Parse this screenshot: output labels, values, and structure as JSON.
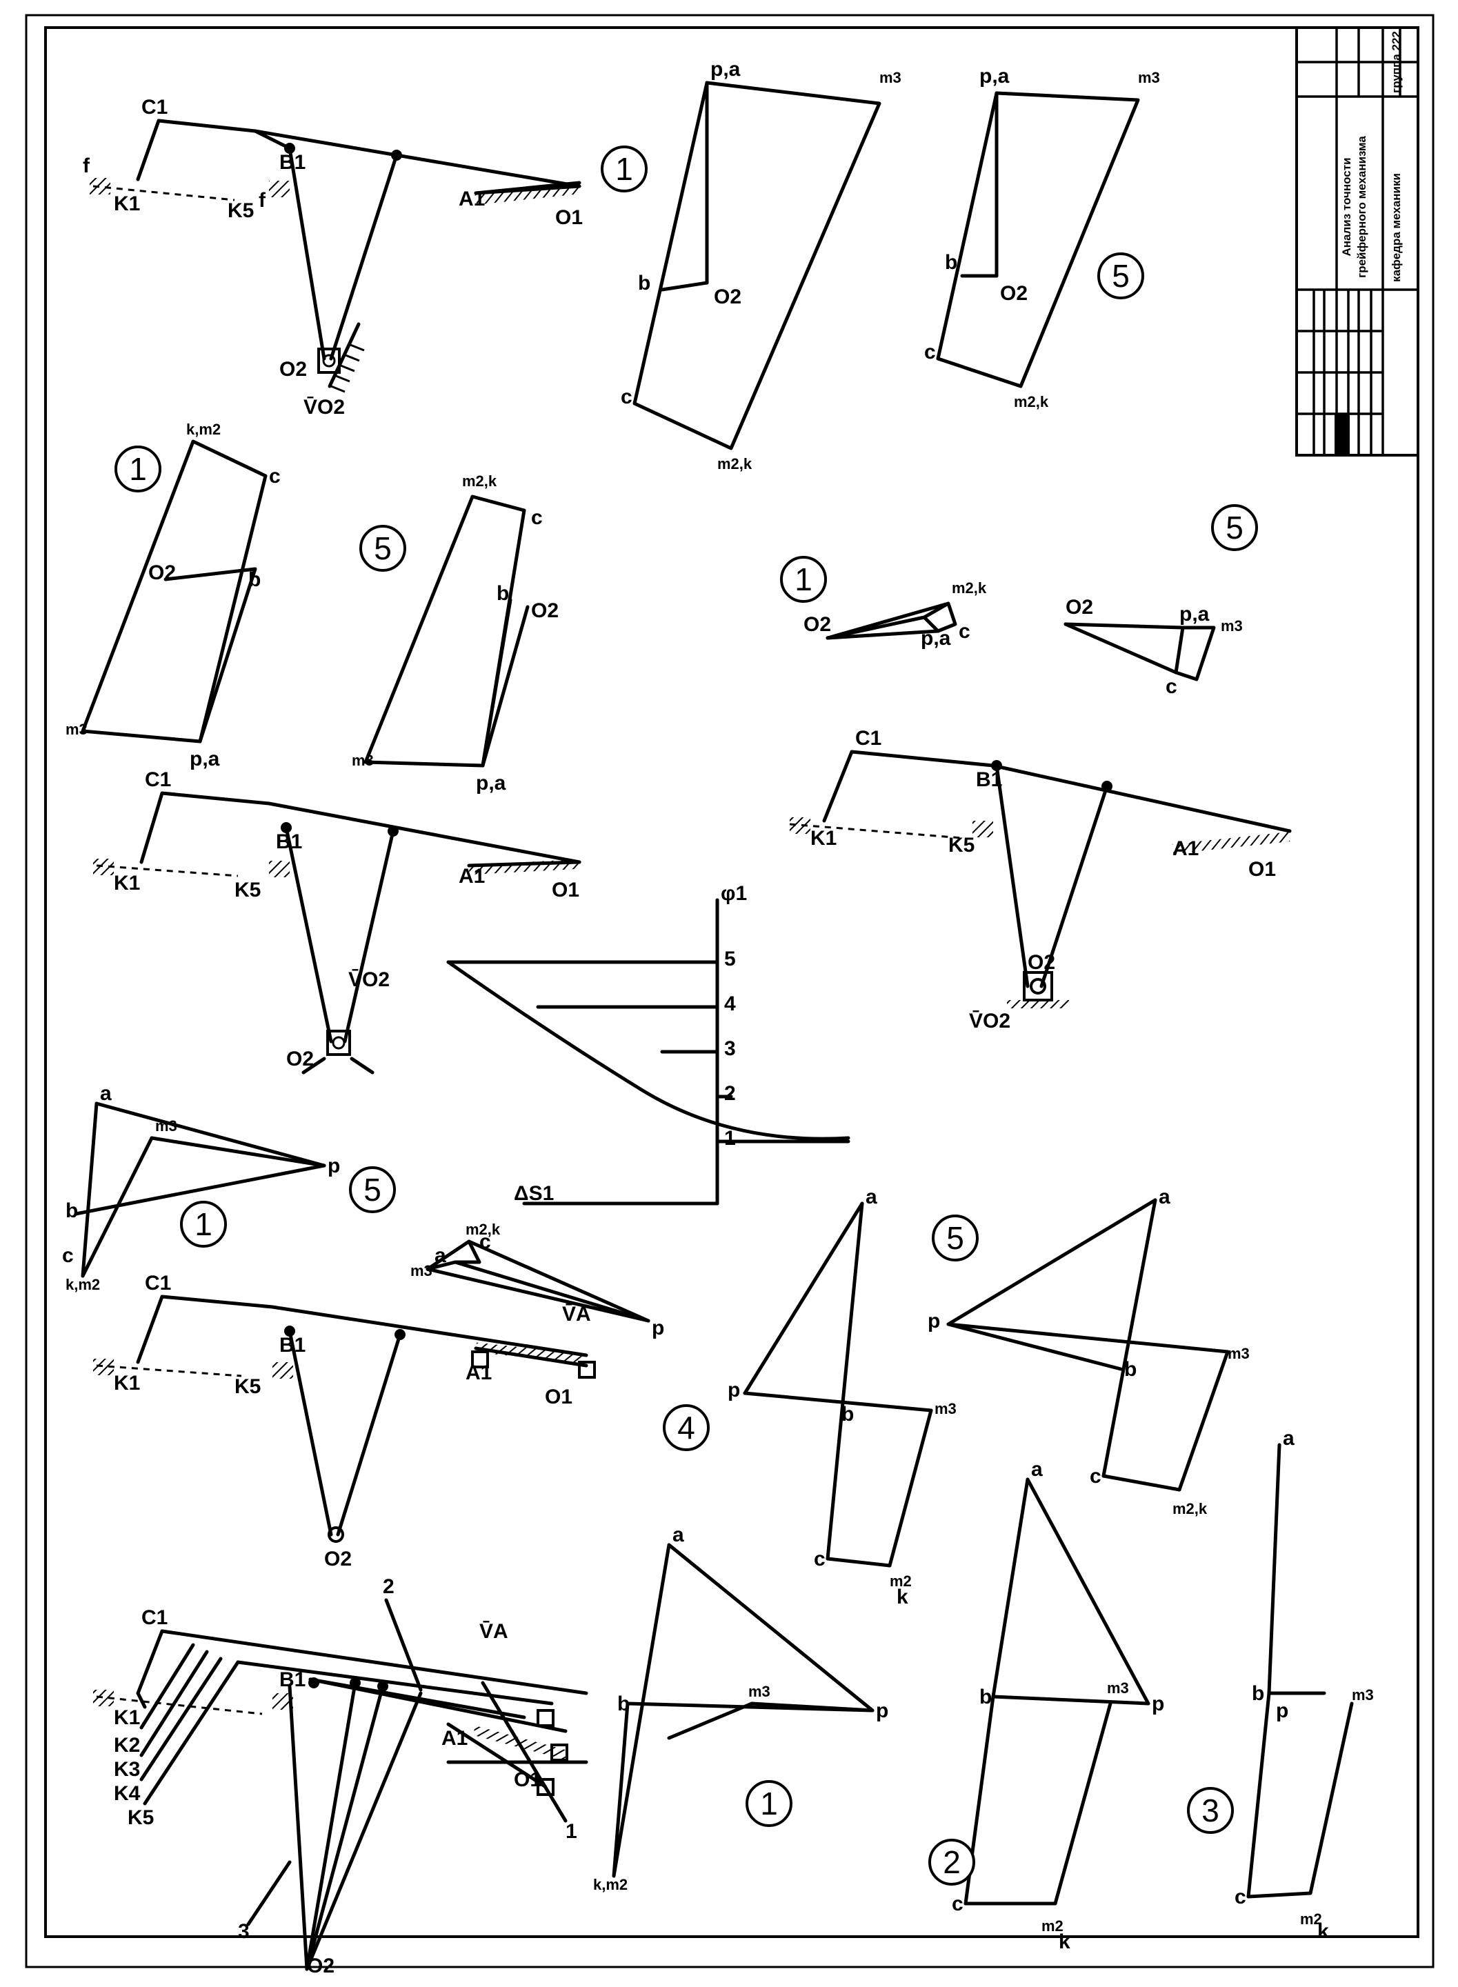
{
  "stamp": {
    "title_line1": "Анализ точности",
    "title_line2": "грейферного механизма",
    "department": "кафедра механики",
    "group": "группа 222"
  },
  "position_numbers": [
    "1",
    "2",
    "3",
    "4",
    "5"
  ],
  "mechanism_labels": {
    "C1": "C1",
    "K1": "K1",
    "K2": "K2",
    "K3": "K3",
    "K4": "K4",
    "K5": "K5",
    "B1": "B1",
    "A1": "A1",
    "O1": "O1",
    "O2": "O2",
    "f": "f",
    "one": "1",
    "two": "2",
    "three": "3",
    "VA": "V̄A",
    "VO2": "V̄O2"
  },
  "polygon_labels": {
    "p": "p",
    "a": "a",
    "b": "b",
    "c": "c",
    "k": "k",
    "m2": "m2",
    "m3": "m3",
    "m2k": "m2,k",
    "kme": "k,m2",
    "pa": "p,a",
    "O2": "O2"
  },
  "displacement_chart": {
    "y_label": "ΔS1",
    "x_label": "φ1",
    "ticks": [
      "1",
      "2",
      "3",
      "4",
      "5"
    ]
  }
}
